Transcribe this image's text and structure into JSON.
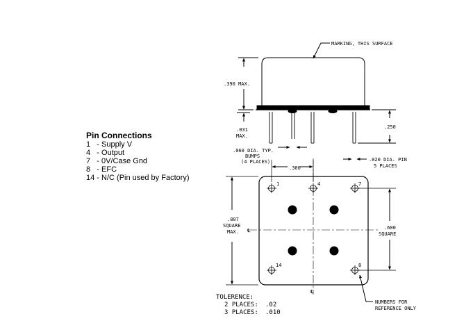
{
  "pin_connections": {
    "title": "Pin Connections",
    "items": [
      {
        "pin": "1",
        "desc": "Supply V"
      },
      {
        "pin": "4",
        "desc": "Output"
      },
      {
        "pin": "7",
        "desc": "0V/Case Gnd"
      },
      {
        "pin": "8",
        "desc": "EFC"
      },
      {
        "pin": "14",
        "desc": "N/C (Pin used by Factory)"
      }
    ]
  },
  "drawing": {
    "marking_note": "MARKING, THIS SURFACE",
    "height_dim": ".390 MAX.",
    "bump_height": ".031",
    "bump_height_suffix": "MAX.",
    "pin_length": ".250",
    "bump_note_line1": ".060 DIA. TYP.",
    "bump_note_line2": "BUMPS",
    "bump_note_line3": "(4 PLACES)",
    "pin_note_line1": ".020 DIA. PIN",
    "pin_note_line2": "5 PLACES",
    "pin_spacing": ".300",
    "outline_dim_line1": ".807",
    "outline_dim_line2": "SQUARE",
    "outline_dim_line3": "MAX.",
    "pin_square_line1": ".600",
    "pin_square_line2": "SQUARE",
    "pin_labels": [
      "1",
      "4",
      "7",
      "14",
      "8"
    ],
    "numbers_note_line1": "NUMBERS FOR",
    "numbers_note_line2": "REFERENCE ONLY",
    "centerline_symbol": "℄"
  },
  "tolerance": {
    "title": "TOLERENCE:",
    "rows": [
      {
        "label": "2 PLACES:",
        "value": ".02"
      },
      {
        "label": "3 PLACES:",
        "value": ".010"
      }
    ]
  }
}
